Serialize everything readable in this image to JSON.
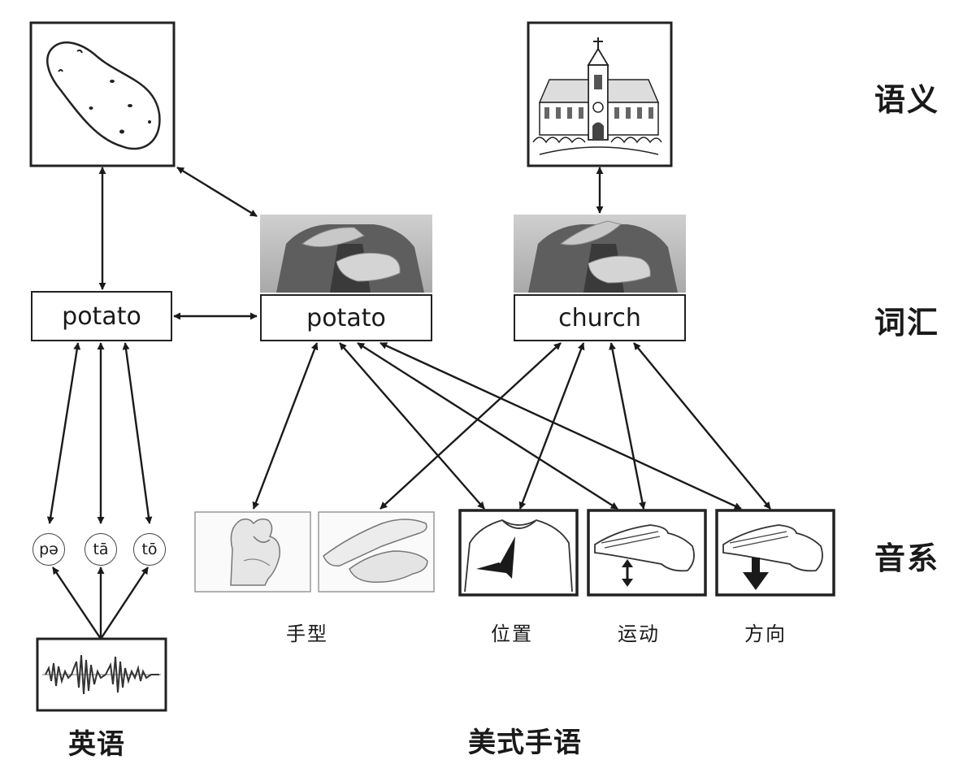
{
  "levels": {
    "semantic": "语义",
    "lexical": "词汇",
    "phonological": "音系"
  },
  "languages": {
    "english": "英语",
    "asl": "美式手语"
  },
  "words": {
    "english_word": "potato",
    "asl_word_1": "potato",
    "asl_word_2": "church"
  },
  "phonemes": [
    "pə",
    "tā",
    "tō"
  ],
  "parameters": {
    "handshape": "手型",
    "location": "位置",
    "movement": "运动",
    "orientation": "方向"
  },
  "icons": [
    "potato-drawing-icon",
    "church-drawing-icon",
    "sign-potato-photo",
    "sign-church-photo",
    "handshape-icon",
    "hand-pair-icon",
    "location-torso-icon",
    "movement-icon",
    "orientation-icon",
    "waveform-icon"
  ]
}
